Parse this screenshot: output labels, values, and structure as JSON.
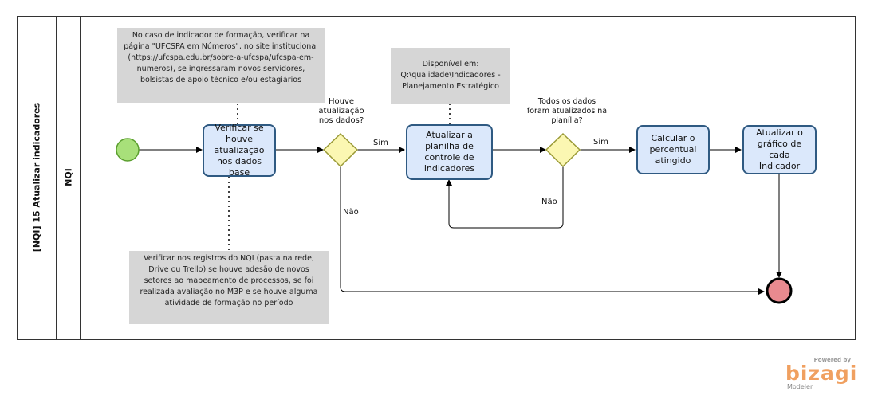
{
  "pool": {
    "title": "[NQI] 15 Atualizar indicadores"
  },
  "lane": {
    "title": "NQI"
  },
  "tasks": {
    "verificar": "Verificar se houve atualização nos dados base",
    "atualizar_planilha": "Atualizar a planilha de controle de indicadores",
    "calcular": "Calcular o percentual atingido",
    "atualizar_grafico": "Atualizar o gráfico de cada Indicador"
  },
  "gateways": {
    "g1": "Houve atualização nos dados?",
    "g2": "Todos os dados foram atualizados na planília?"
  },
  "flow_labels": {
    "sim1": "Sim",
    "nao1": "Não",
    "sim2": "Sim",
    "nao2": "Não"
  },
  "notes": {
    "top_left": "No caso de indicador de formação, verificar na página \"UFCSPA em Números\", no site institucional (https://ufcspa.edu.br/sobre-a-ufcspa/ufcspa-em-numeros), se ingressaram novos servidores, bolsistas de apoio técnico e/ou estagiários",
    "top_mid": "Disponível em: Q:\\qualidade\\Indicadores - Planejamento Estratégico",
    "bottom": "Verificar nos registros do NQI (pasta na rede, Drive ou Trello) se houve adesão de novos setores ao mapeamento de processos, se foi realizada avaliação no M3P e se houve alguma atividade de formação no período"
  },
  "colors": {
    "task_fill": "#dbe8fb",
    "task_border": "#2f5a82",
    "start": "#a8e07a",
    "end": "#e88a8f",
    "gateway": "#fbf7b2",
    "note": "#d6d6d6"
  },
  "logo": {
    "powered": "Powered by",
    "name": "bizagi",
    "sub": "Modeler"
  }
}
